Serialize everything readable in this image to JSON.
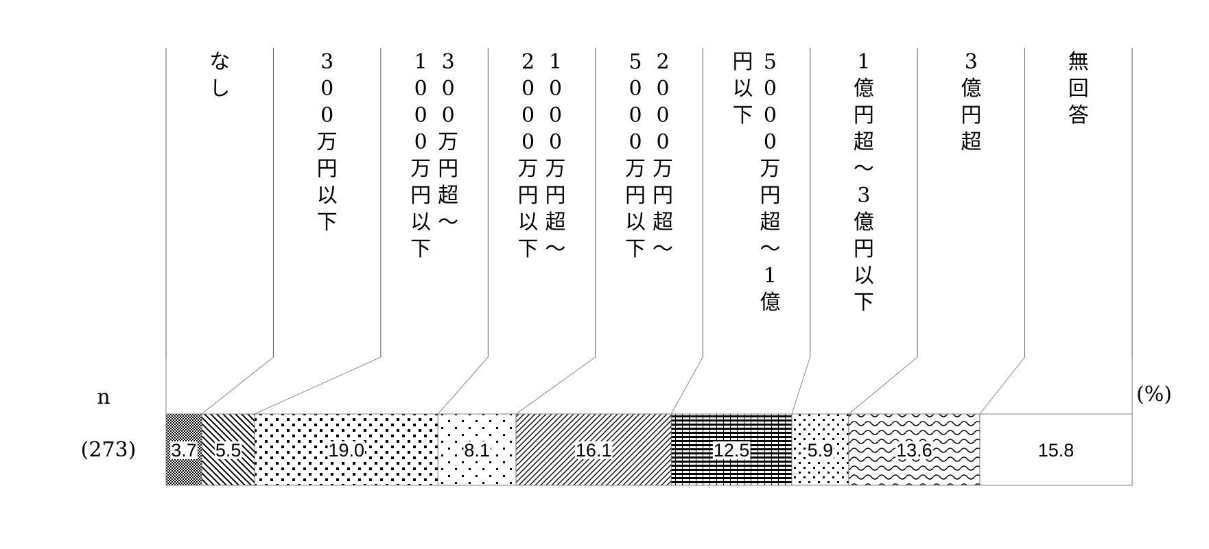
{
  "chart_data": {
    "type": "stacked-bar-100",
    "n_header": "n",
    "unit": "(%)",
    "row": {
      "n": "(273)"
    },
    "categories": [
      {
        "label": [
          "なし"
        ],
        "value": 3.7,
        "pattern": "checker"
      },
      {
        "label": [
          "300万円以下"
        ],
        "value": 5.5,
        "pattern": "diag-back"
      },
      {
        "label": [
          "300万円超～",
          "1000万円以下"
        ],
        "value": 19.0,
        "pattern": "dots-large"
      },
      {
        "label": [
          "1000万円超～",
          "2000万円以下"
        ],
        "value": 8.1,
        "pattern": "dots-sparse"
      },
      {
        "label": [
          "2000万円超～",
          "5000万円以下"
        ],
        "value": 16.1,
        "pattern": "diag-forward"
      },
      {
        "label": [
          "5000万円超～1億",
          "円以下"
        ],
        "value": 12.5,
        "pattern": "brick"
      },
      {
        "label": [
          "1億円超～3億円以下"
        ],
        "value": 5.9,
        "pattern": "dots-diagonal"
      },
      {
        "label": [
          "3億円超"
        ],
        "value": 13.6,
        "pattern": "waves"
      },
      {
        "label": [
          "無回答"
        ],
        "value": 15.8,
        "pattern": "none"
      }
    ]
  }
}
